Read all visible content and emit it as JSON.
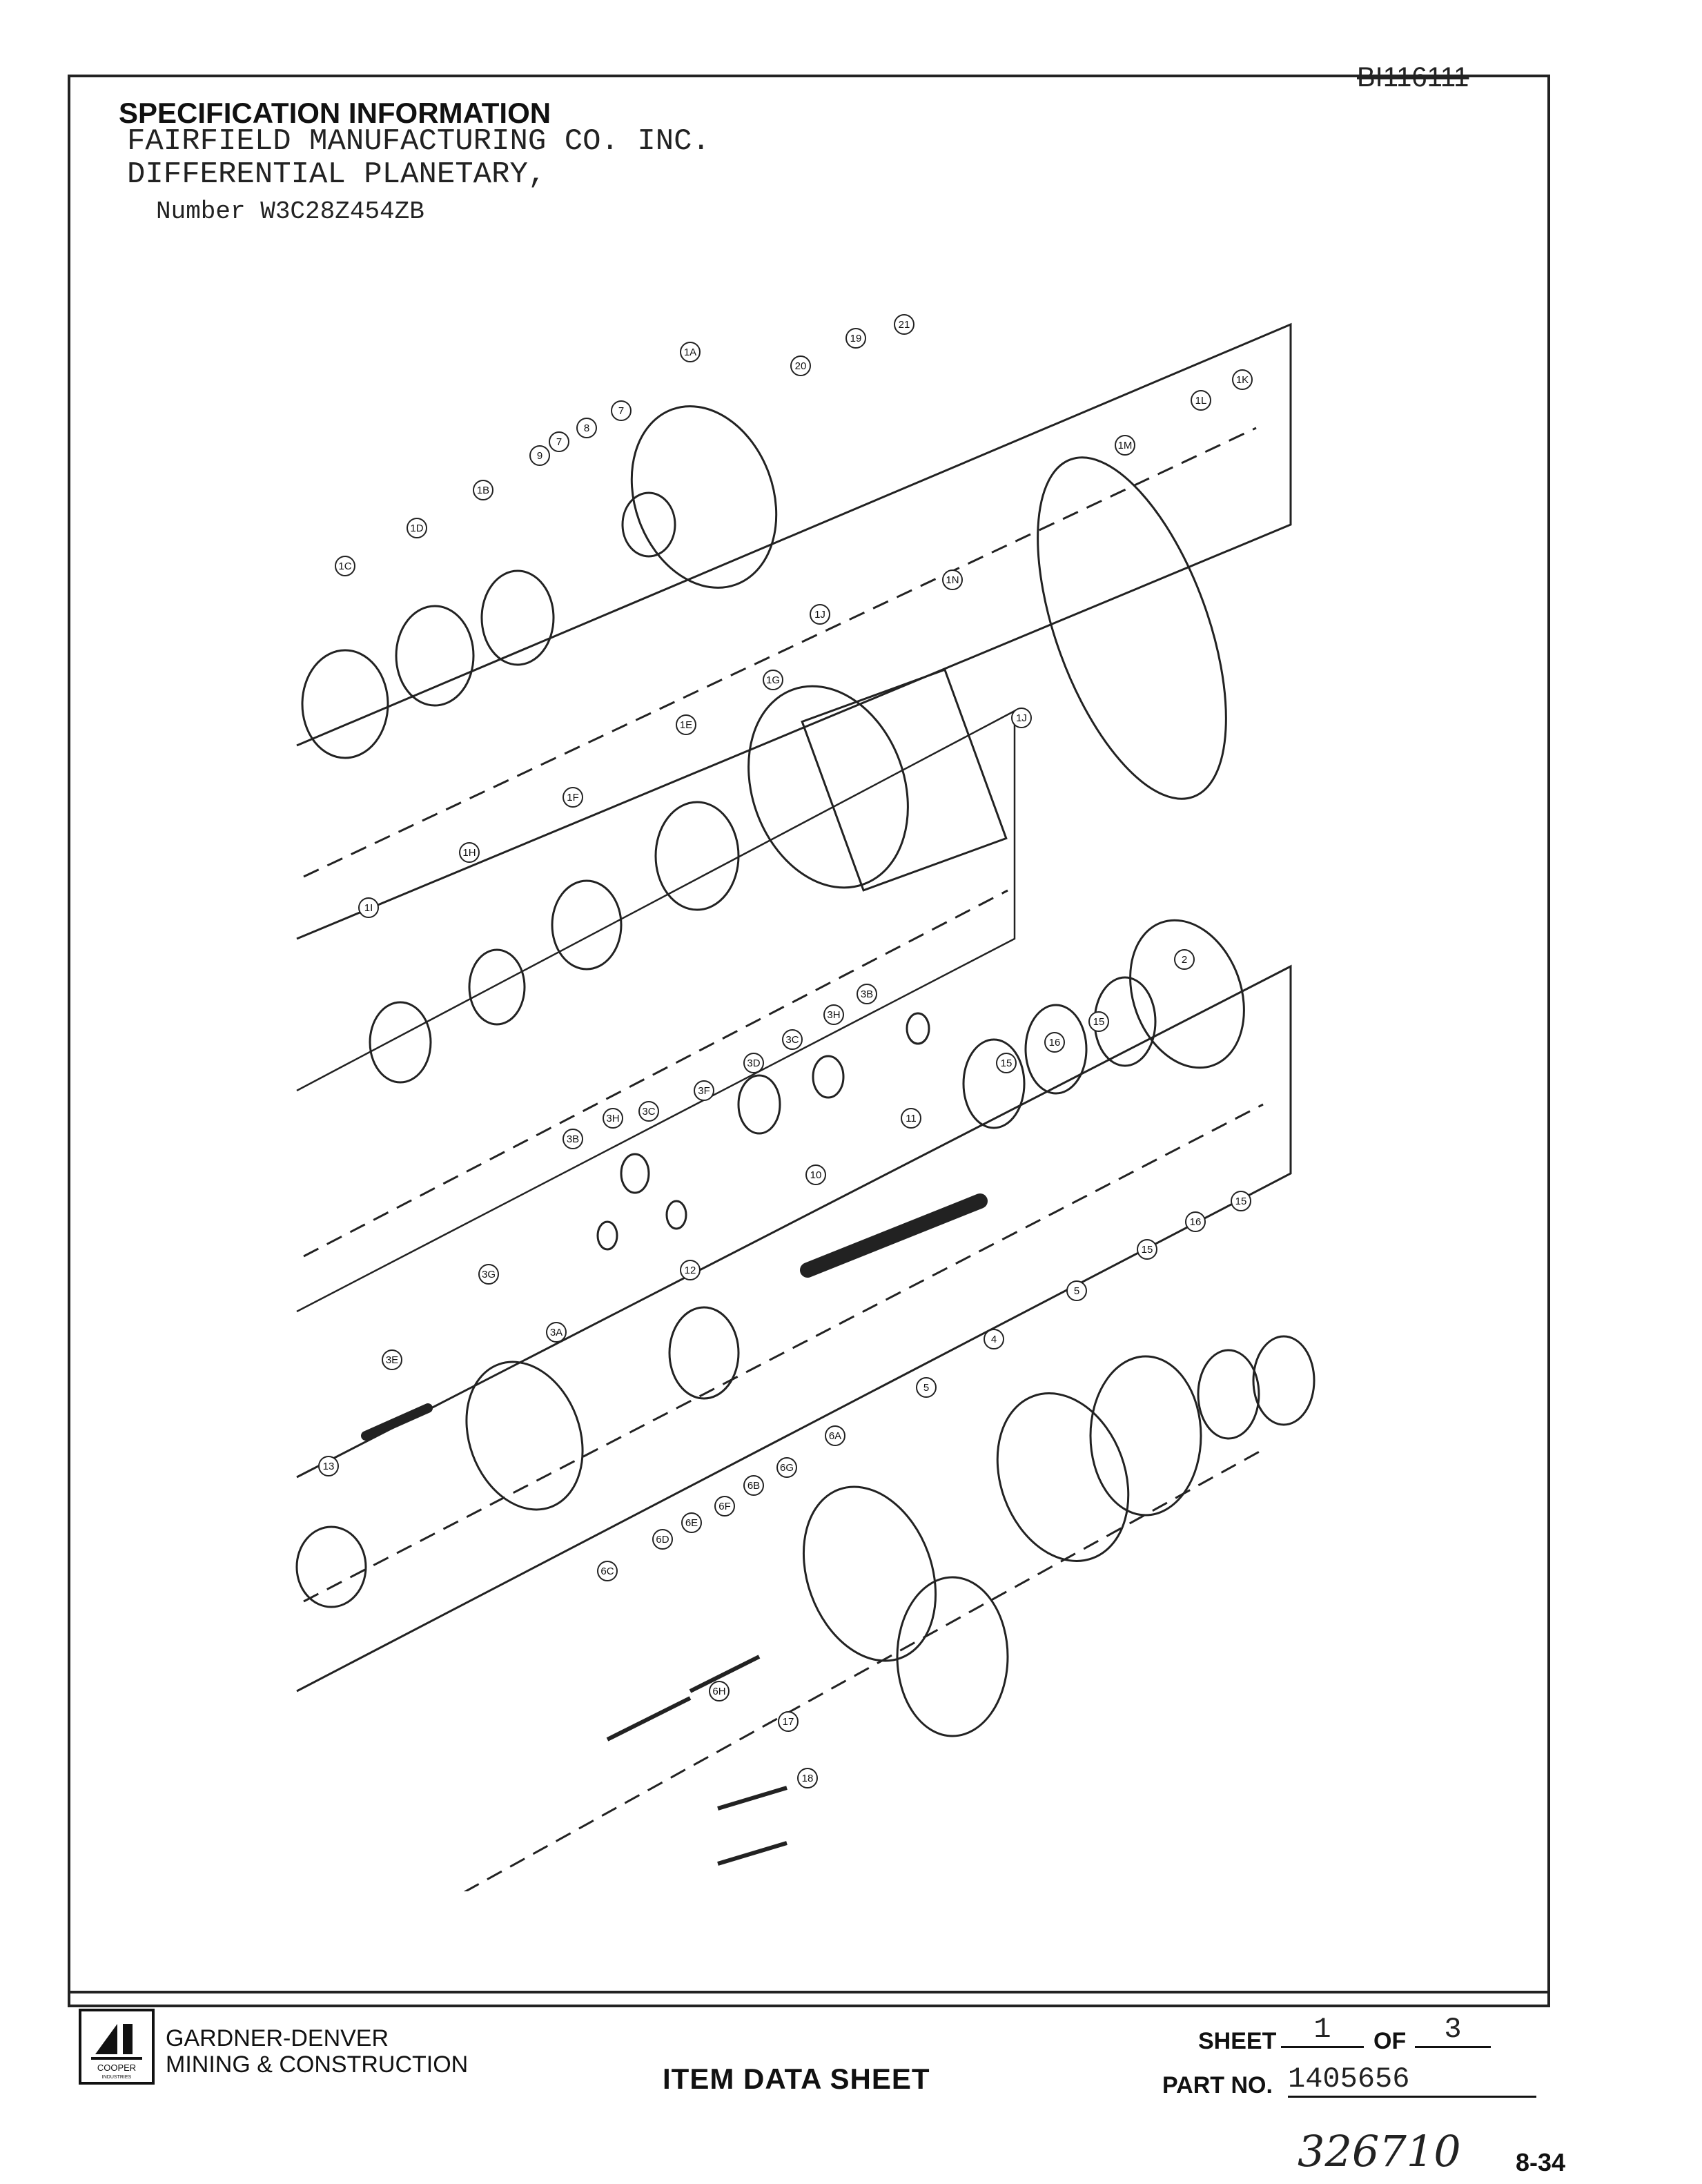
{
  "document_number": "BI116111",
  "header": {
    "title": "SPECIFICATION INFORMATION",
    "manufacturer": "FAIRFIELD MANUFACTURING CO. INC.",
    "item_description": "DIFFERENTIAL PLANETARY,",
    "number_line": "Number W3C28Z454ZB"
  },
  "callouts": [
    {
      "label": "1A"
    },
    {
      "label": "20"
    },
    {
      "label": "19"
    },
    {
      "label": "21"
    },
    {
      "label": "1K"
    },
    {
      "label": "1L"
    },
    {
      "label": "1M"
    },
    {
      "label": "7"
    },
    {
      "label": "8"
    },
    {
      "label": "7"
    },
    {
      "label": "9"
    },
    {
      "label": "1B"
    },
    {
      "label": "1D"
    },
    {
      "label": "1C"
    },
    {
      "label": "1N"
    },
    {
      "label": "1J"
    },
    {
      "label": "1J"
    },
    {
      "label": "1G"
    },
    {
      "label": "1E"
    },
    {
      "label": "1F"
    },
    {
      "label": "1H"
    },
    {
      "label": "1I"
    },
    {
      "label": "2"
    },
    {
      "label": "3B"
    },
    {
      "label": "3H"
    },
    {
      "label": "3C"
    },
    {
      "label": "3D"
    },
    {
      "label": "3F"
    },
    {
      "label": "16"
    },
    {
      "label": "15"
    },
    {
      "label": "15"
    },
    {
      "label": "3H"
    },
    {
      "label": "3B"
    },
    {
      "label": "3C"
    },
    {
      "label": "11"
    },
    {
      "label": "10"
    },
    {
      "label": "3G"
    },
    {
      "label": "12"
    },
    {
      "label": "3A"
    },
    {
      "label": "3E"
    },
    {
      "label": "13"
    },
    {
      "label": "5"
    },
    {
      "label": "4"
    },
    {
      "label": "5"
    },
    {
      "label": "15"
    },
    {
      "label": "16"
    },
    {
      "label": "15"
    },
    {
      "label": "6A"
    },
    {
      "label": "6G"
    },
    {
      "label": "6B"
    },
    {
      "label": "6F"
    },
    {
      "label": "6E"
    },
    {
      "label": "6D"
    },
    {
      "label": "6C"
    },
    {
      "label": "6H"
    },
    {
      "label": "17"
    },
    {
      "label": "18"
    }
  ],
  "footer": {
    "company_line1": "GARDNER-DENVER",
    "company_line2": "MINING & CONSTRUCTION",
    "logo_text": "COOPER INDUSTRIES",
    "sheet_title": "ITEM DATA SHEET",
    "sheet_label": "SHEET",
    "sheet_number": "1",
    "of_label": "OF",
    "sheet_total": "3",
    "part_no_label": "PART NO.",
    "part_no": "1405656"
  },
  "handwritten_number": "326710",
  "page_number": "8-34"
}
